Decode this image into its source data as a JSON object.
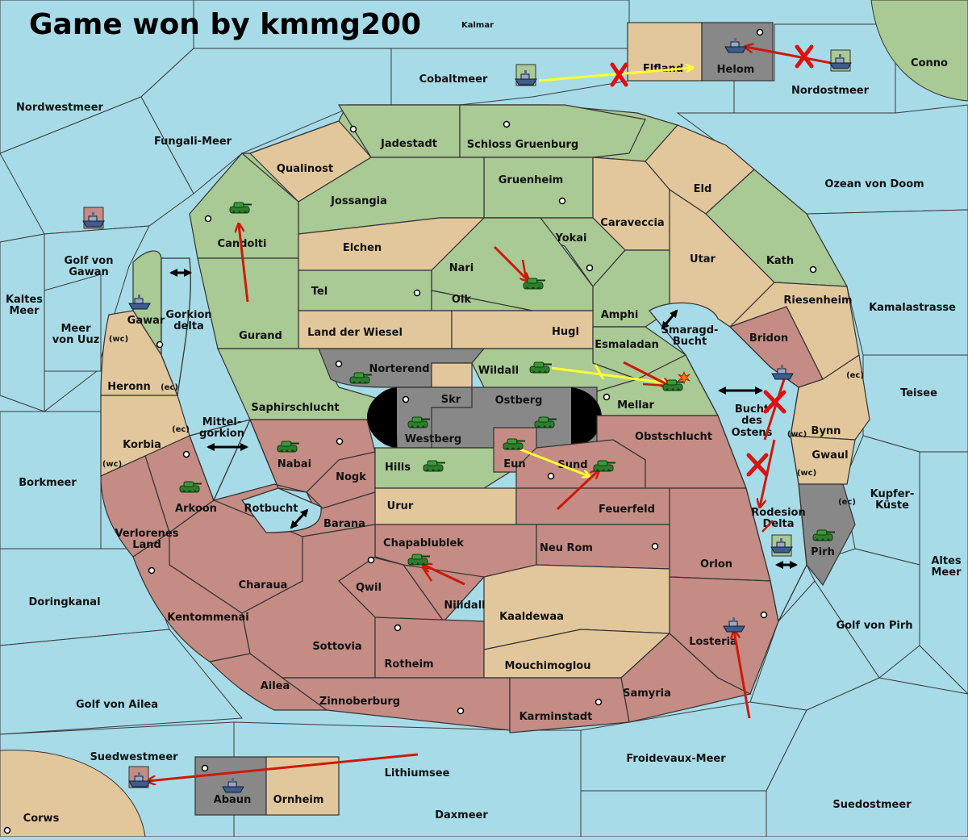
{
  "title": "Game won by kmmg200",
  "colors": {
    "sea": "#a8dbe8",
    "green": "#a9c995",
    "tan": "#e3c79c",
    "red": "#c48c84",
    "grey": "#888888",
    "move": "#ffff33",
    "attack": "#cc1a0a"
  },
  "regions": {
    "kalmar": "Kalmar",
    "cobaltmeer": "Cobaltmeer",
    "elfland": "Elfland",
    "helom": "Helom",
    "nordostmeer": "Nordostmeer",
    "conno": "Conno",
    "nordwestmeer": "Nordwestmeer",
    "fungali": "Fungali-Meer",
    "jadestadt": "Jadestadt",
    "schloss": "Schloss Gruenburg",
    "qualinost": "Qualinost",
    "gruenheim": "Gruenheim",
    "eld": "Eld",
    "ozean": "Ozean von Doom",
    "jossangia": "Jossangia",
    "caraveccia": "Caraveccia",
    "candolti": "Candolti",
    "elchen": "Elchen",
    "yokai": "Yokai",
    "utar": "Utar",
    "kath": "Kath",
    "golf_gawan": "Golf von Gawan",
    "nari": "Nari",
    "tel": "Tel",
    "olk": "Olk",
    "riesenheim": "Riesenheim",
    "kamalastrasse": "Kamalastrasse",
    "kaltes": "Kaltes Meer",
    "gawar": "Gawar",
    "gorkion": "Gorkion delta",
    "amphi": "Amphi",
    "meer_uuz": "Meer von Uuz",
    "land_wiesel": "Land der Wiesel",
    "hugl": "Hugl",
    "gurand": "Gurand",
    "smaragd": "Smaragd-Bucht",
    "bridon": "Bridon",
    "esmaladan": "Esmaladan",
    "norterend": "Norterend",
    "wildall": "Wildall",
    "heronn": "Heronn",
    "skr": "Skr",
    "ostberg": "Ostberg",
    "mellar": "Mellar",
    "teisee": "Teisee",
    "saphir": "Saphirschlucht",
    "bucht_ostens": "Bucht des Ostens",
    "mittel": "Mittel-gorkion",
    "westberg": "Westberg",
    "obstschlucht": "Obstschlucht",
    "bynn": "Bynn",
    "korbia": "Korbia",
    "nabai": "Nabai",
    "hills": "Hills",
    "eun": "Eun",
    "sund": "Sund",
    "gwaul": "Gwaul",
    "borkmeer": "Borkmeer",
    "nogk": "Nogk",
    "kupfer": "Kupfer-Küste",
    "arkoon": "Arkoon",
    "urur": "Urur",
    "feuerfeld": "Feuerfeld",
    "rotbucht": "Rotbucht",
    "rodesion": "Rodesion Delta",
    "barana": "Barana",
    "verlorenes": "Verlorenes Land",
    "chapablublek": "Chapablublek",
    "neu_rom": "Neu Rom",
    "pirh": "Pirh",
    "orlon": "Orlon",
    "altes": "Altes Meer",
    "charaua": "Charaua",
    "qwil": "Qwil",
    "doringkanal": "Doringkanal",
    "nilldall": "Nilldall",
    "kentommenai": "Kentommenai",
    "kaaldewaa": "Kaaldewaa",
    "golf_pirh": "Golf von Pirh",
    "sottovia": "Sottovia",
    "losteria": "Losteria",
    "rotheim": "Rotheim",
    "mouchimoglou": "Mouchimoglou",
    "ailea": "Ailea",
    "samyria": "Samyria",
    "golf_ailea": "Golf von Ailea",
    "zinnoberburg": "Zinnoberburg",
    "karminstadt": "Karminstadt",
    "suedwestmeer": "Suedwestmeer",
    "froidevaux": "Froidevaux-Meer",
    "lithiumsee": "Lithiumsee",
    "abaun": "Abaun",
    "ornheim": "Ornheim",
    "suedostmeer": "Suedostmeer",
    "corws": "Corws",
    "daxmeer": "Daxmeer"
  },
  "coast_tags": {
    "wc": "(wc)",
    "ec": "(ec)"
  },
  "icons": {
    "unit_army": "tank-icon",
    "unit_fleet": "ship-icon",
    "supply_center": "supply-center-icon",
    "move": "move-arrow",
    "attack": "attack-arrow",
    "failed": "failed-order-x",
    "convoy": "double-arrow-icon",
    "dislodged": "explosion-icon"
  }
}
